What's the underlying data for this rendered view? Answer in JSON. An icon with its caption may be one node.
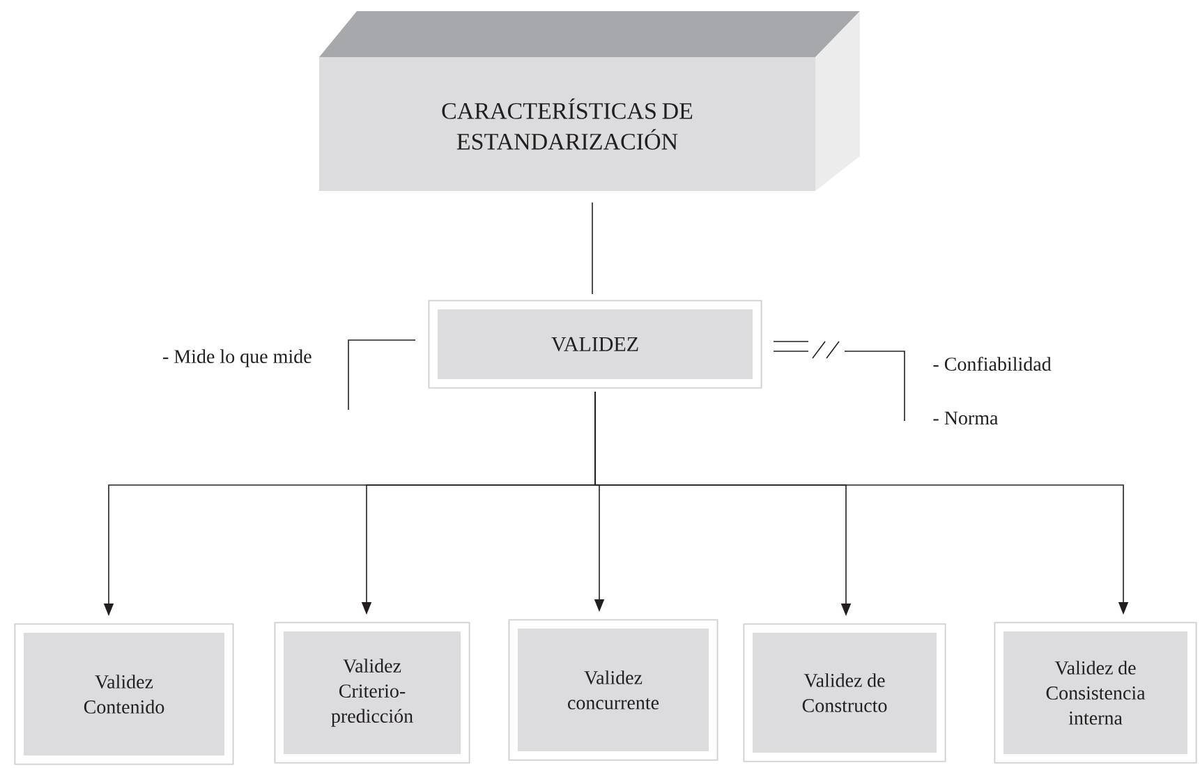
{
  "diagram": {
    "nodes": [
      {
        "text": [
          "CARACTERÍSTICAS DE ESTANDARIZACIÓN"
        ]
      },
      {
        "text": [
          "VALIDEZ"
        ]
      },
      {
        "text": [
          "Validez Contenido"
        ]
      },
      {
        "text": [
          "Validez Criterio- predicción"
        ]
      },
      {
        "text": [
          "Validez concurrente"
        ]
      },
      {
        "text": [
          "Validez de Constructo"
        ]
      },
      {
        "text": [
          "Validez de Consistencia interna"
        ]
      }
    ],
    "edges": [
      {
        "from": 0,
        "to": 1,
        "arrow": "none"
      },
      {
        "from": 1,
        "to": 2,
        "arrow": "to"
      },
      {
        "from": 1,
        "to": 3,
        "arrow": "to"
      },
      {
        "from": 1,
        "to": 4,
        "arrow": "to"
      },
      {
        "from": 1,
        "to": 5,
        "arrow": "to"
      },
      {
        "from": 1,
        "to": 6,
        "arrow": "to"
      }
    ],
    "labels": [
      "- Mide lo que mide",
      "- Confiabilidad",
      "- Norma"
    ]
  }
}
